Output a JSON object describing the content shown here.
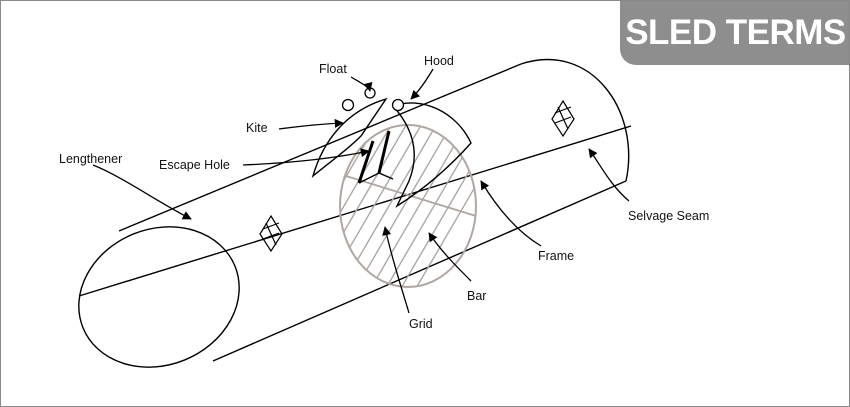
{
  "title": "SLED TERMS",
  "labels": {
    "float": "Float",
    "hood": "Hood",
    "kite": "Kite",
    "escape_hole": "Escape Hole",
    "lengthener": "Lengthener",
    "selvage_seam": "Selvage Seam",
    "frame": "Frame",
    "bar": "Bar",
    "grid": "Grid"
  },
  "colors": {
    "banner": "#8e8e8e",
    "grid_hatch": "#b0a6a2",
    "outline": "#000000"
  }
}
